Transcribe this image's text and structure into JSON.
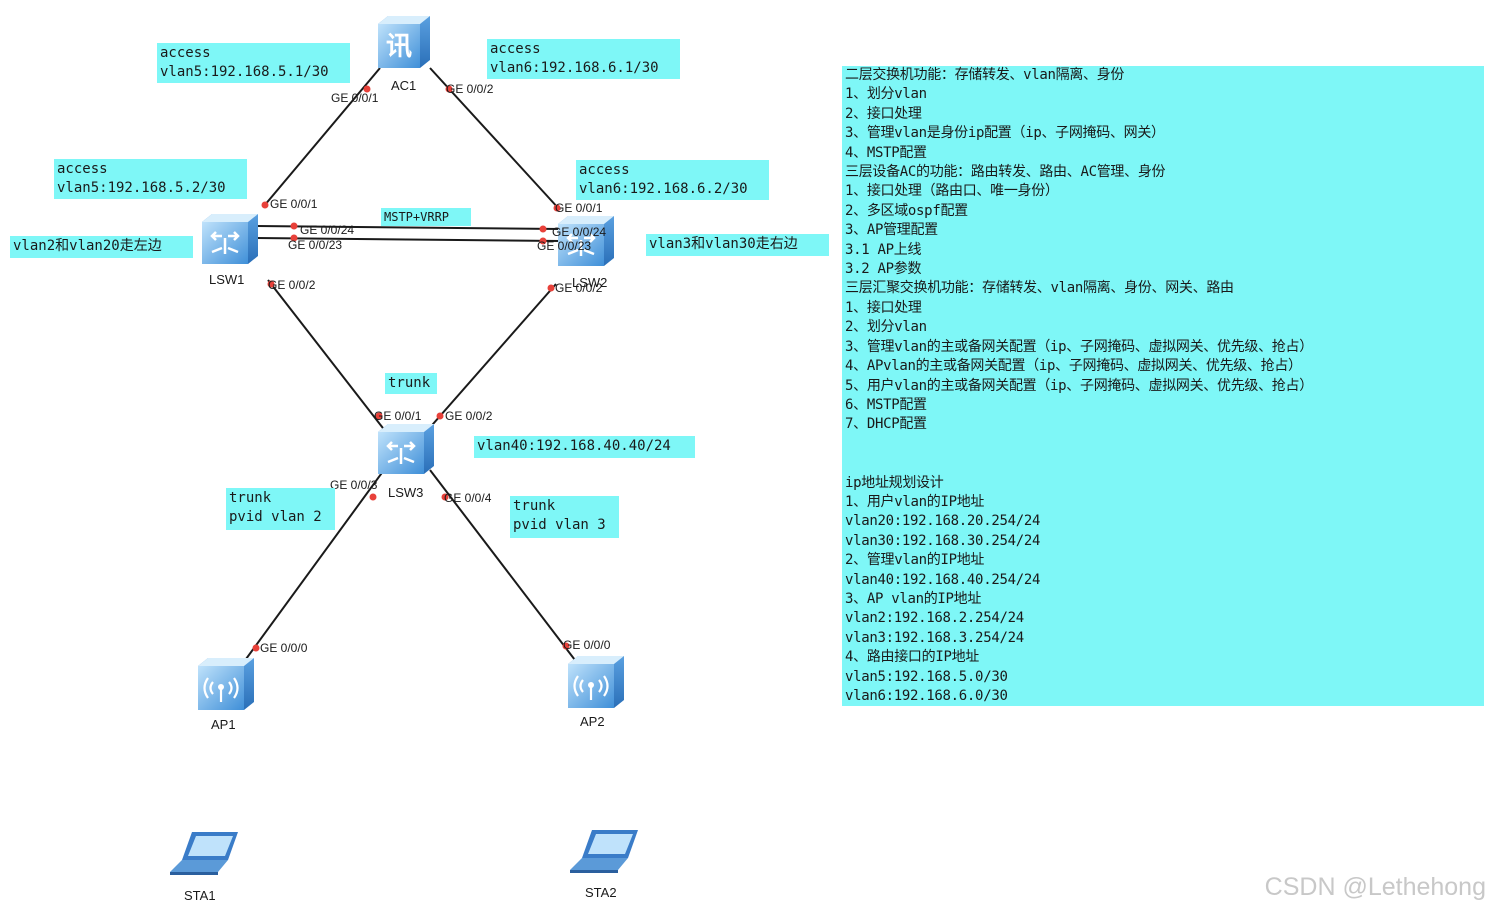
{
  "devices": {
    "ac1": "AC1",
    "lsw1": "LSW1",
    "lsw2": "LSW2",
    "lsw3": "LSW3",
    "ap1": "AP1",
    "ap2": "AP2",
    "sta1": "STA1",
    "sta2": "STA2"
  },
  "ports": {
    "ac1_ge001": "GE 0/0/1",
    "ac1_ge002": "GE 0/0/2",
    "lsw1_ge001": "GE 0/0/1",
    "lsw1_ge0024": "GE 0/0/24",
    "lsw1_ge0023": "GE 0/0/23",
    "lsw1_ge002": "GE 0/0/2",
    "lsw2_ge001": "GE 0/0/1",
    "lsw2_ge0024": "GE 0/0/24",
    "lsw2_ge0023": "GE 0/0/23",
    "lsw2_ge002": "GE 0/0/2",
    "lsw3_ge001": "GE 0/0/1",
    "lsw3_ge002": "GE 0/0/2",
    "lsw3_ge003": "GE 0/0/3",
    "lsw3_ge004": "GE 0/0/4",
    "ap1_ge000": "GE 0/0/0",
    "ap2_ge000": "GE 0/0/0"
  },
  "notes": {
    "ac1_left": "access\nvlan5:192.168.5.1/30",
    "ac1_right": "access\nvlan6:192.168.6.1/30",
    "lsw1_top": "access\nvlan5:192.168.5.2/30",
    "lsw2_top": "access\nvlan6:192.168.6.2/30",
    "lsw1_side": "vlan2和vlan20走左边",
    "lsw2_side": "vlan3和vlan30走右边",
    "mstp": "MSTP+VRRP",
    "trunk_core": "trunk",
    "vlan40": "vlan40:192.168.40.40/24",
    "ap1_trunk": "trunk\npvid vlan 2",
    "ap2_trunk": "trunk\npvid vlan 3"
  },
  "info_lines": [
    "二层交换机功能：存储转发、vlan隔离、身份",
    "1、划分vlan",
    "2、接口处理",
    "3、管理vlan是身份ip配置（ip、子网掩码、网关）",
    "4、MSTP配置",
    "三层设备AC的功能：路由转发、路由、AC管理、身份",
    "1、接口处理（路由口、唯一身份）",
    "2、多区域ospf配置",
    "3、AP管理配置",
    "3.1 AP上线",
    "3.2 AP参数",
    "三层汇聚交换机功能：存储转发、vlan隔离、身份、网关、路由",
    "1、接口处理",
    "2、划分vlan",
    "3、管理vlan的主或备网关配置（ip、子网掩码、虚拟网关、优先级、抢占）",
    "4、APvlan的主或备网关配置（ip、子网掩码、虚拟网关、优先级、抢占）",
    "5、用户vlan的主或备网关配置（ip、子网掩码、虚拟网关、优先级、抢占）",
    "6、MSTP配置",
    "7、DHCP配置",
    "",
    "",
    "ip地址规划设计",
    "1、用户vlan的IP地址",
    "vlan20:192.168.20.254/24",
    "vlan30:192.168.30.254/24",
    "2、管理vlan的IP地址",
    "vlan40:192.168.40.254/24",
    "3、AP vlan的IP地址",
    "vlan2:192.168.2.254/24",
    "vlan3:192.168.3.254/24",
    "4、路由接口的IP地址",
    "vlan5:192.168.5.0/30",
    "vlan6:192.168.6.0/30"
  ],
  "watermark": "CSDN @Lethehong",
  "colors": {
    "note_bg": "#7ef7f7",
    "link": "#1a1a1a",
    "port_dot": "#e8413a",
    "device_blue": "#4a90d9",
    "watermark": "#c8c8c8"
  },
  "icons": {
    "ac1": "access-controller-icon",
    "switches": "switch-icon",
    "aps": "wireless-access-point-icon",
    "stas": "laptop-icon"
  }
}
